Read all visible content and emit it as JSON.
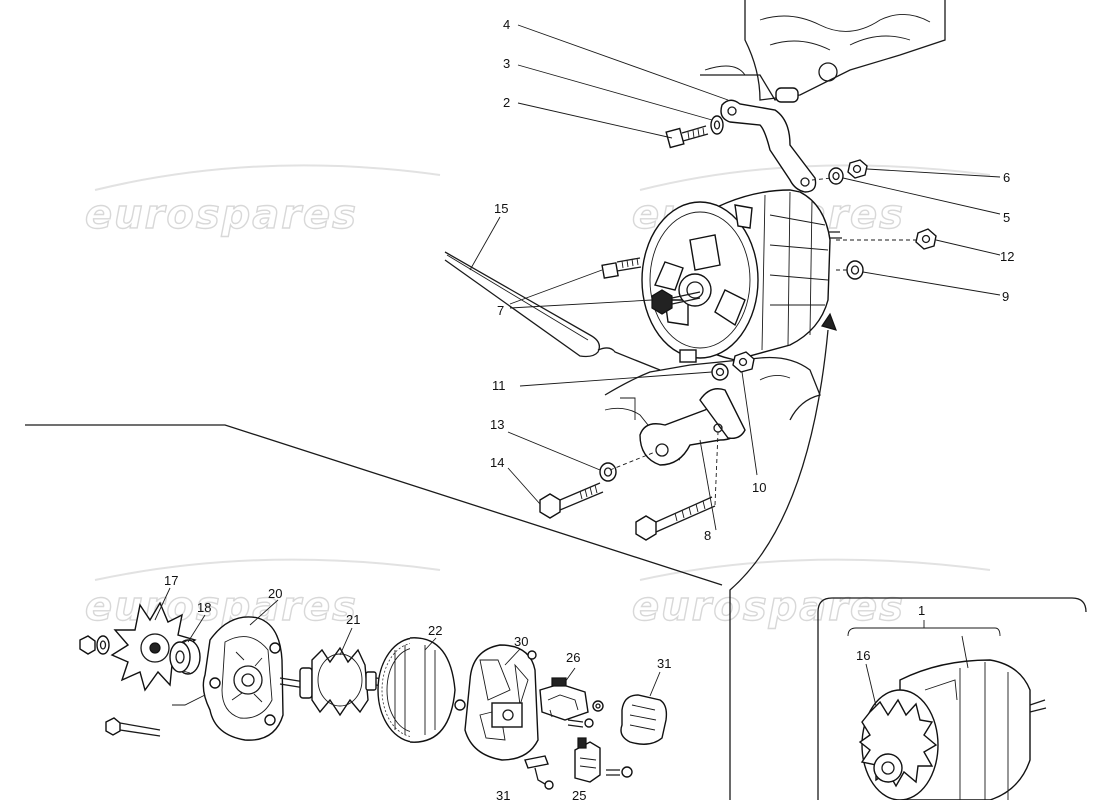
{
  "watermark": {
    "text": "eurospares"
  },
  "callouts": {
    "c1": "1",
    "c2": "2",
    "c3": "3",
    "c4": "4",
    "c5": "5",
    "c6": "6",
    "c7": "7",
    "c8": "8",
    "c9": "9",
    "c10": "10",
    "c11": "11",
    "c12": "12",
    "c13": "13",
    "c14": "14",
    "c15": "15",
    "c16": "16",
    "c17": "17",
    "c18": "18",
    "c20": "20",
    "c21": "21",
    "c22": "22",
    "c25": "25",
    "c26": "26",
    "c30": "30",
    "c31": "31",
    "c31b": "31"
  }
}
